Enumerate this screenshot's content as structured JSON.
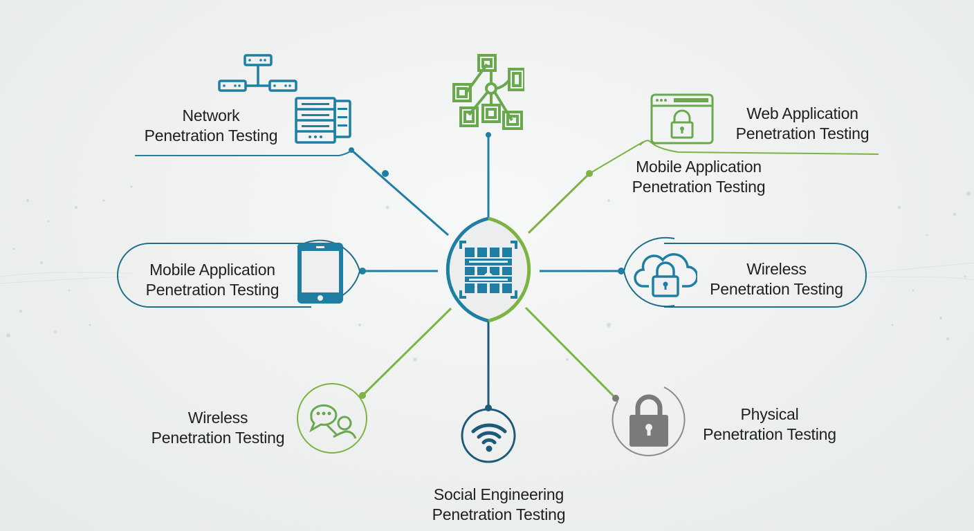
{
  "diagram": {
    "type": "hub-and-spoke",
    "center": {
      "icon": "firewall-brick-icon",
      "label": ""
    },
    "colors": {
      "blue": "#1f7ea1",
      "dark_blue": "#1d5a78",
      "green": "#6aa84f",
      "gray": "#7a7a7a",
      "text": "#202020"
    },
    "nodes": [
      {
        "id": "network",
        "line1": "Network",
        "line2": "Penetration Testing",
        "icon": "network-servers-icon",
        "position": "top-left"
      },
      {
        "id": "top",
        "line1": "",
        "line2": "",
        "icon": "network-topology-icon",
        "position": "top"
      },
      {
        "id": "web-app",
        "line1": "Web Application",
        "line2": "Penetration Testing",
        "icon": "browser-lock-icon",
        "position": "top-right"
      },
      {
        "id": "mobile-app-right",
        "line1": "Mobile Application",
        "line2": "Penetration Testing",
        "icon": "",
        "position": "top-right-lower"
      },
      {
        "id": "mobile-app-left",
        "line1": "Mobile Application",
        "line2": "Penetration Testing",
        "icon": "tablet-icon",
        "position": "left"
      },
      {
        "id": "wireless-right",
        "line1": "Wireless",
        "line2": "Penetration Testing",
        "icon": "cloud-lock-icon",
        "position": "right"
      },
      {
        "id": "wireless-left",
        "line1": "Wireless",
        "line2": "Penetration Testing",
        "icon": "chat-person-icon",
        "position": "bottom-left"
      },
      {
        "id": "social-engineering",
        "line1": "Social Engineering",
        "line2": "Penetration Testing",
        "icon": "wifi-icon",
        "position": "bottom"
      },
      {
        "id": "physical",
        "line1": "Physical",
        "line2": "Penetration Testing",
        "icon": "padlock-icon",
        "position": "bottom-right"
      }
    ]
  }
}
